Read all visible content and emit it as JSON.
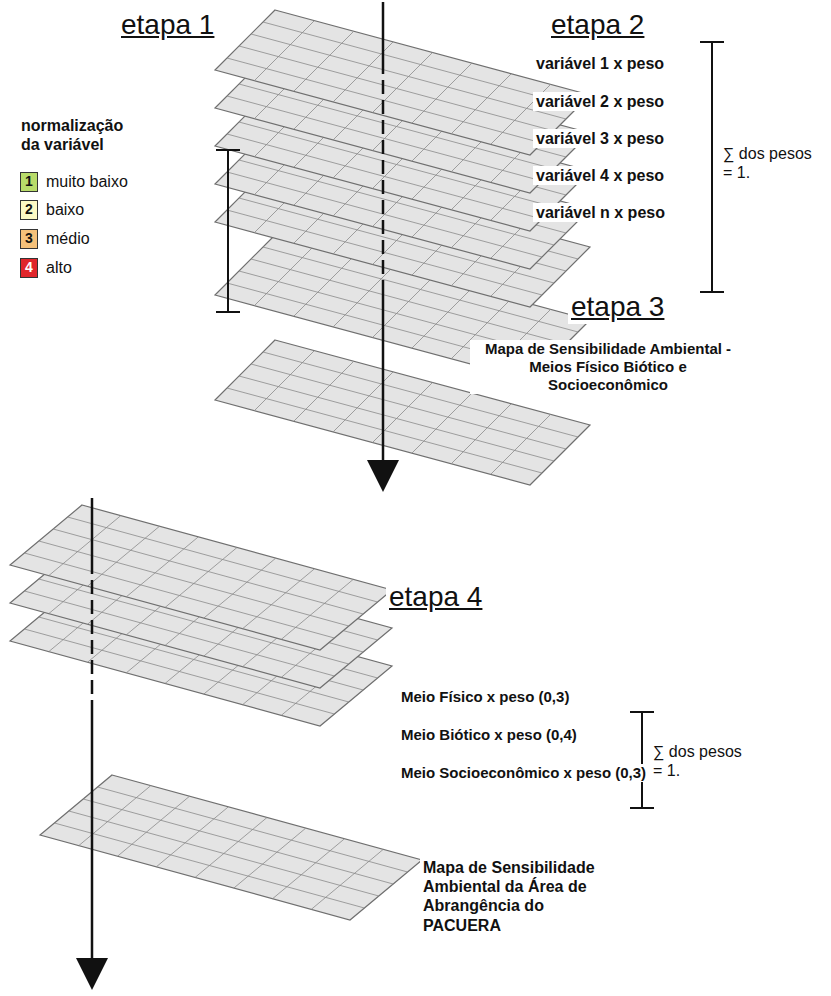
{
  "diagram": {
    "labels": [
      "etapa 1",
      "normalização da variável",
      "1",
      "2",
      "3",
      "4",
      "etapa 2",
      "variável 1 x peso",
      "variável 2 x peso",
      "variável 3 x peso",
      "variável 4 x peso",
      "variável n x peso",
      "∑ dos pesos = 1.",
      "etapa 3",
      "Mapa de Sensibilidade Ambiental - Meios Físico Biótico e Socioeconômico",
      "etapa 4",
      "Meio Físico x peso (0,3)",
      "Meio Biótico x peso (0,4)",
      "Meio Socioeconômico x peso (0,3)",
      "∑ dos pesos = 1.",
      "Mapa de Sensibilidade Ambiental da Área de Abrangência do PACUERA"
    ],
    "legend": [
      {
        "text": "muito baixo",
        "color": "#b9dc6a"
      },
      {
        "text": "baixo",
        "color": "#fdf9c4"
      },
      {
        "text": "médio",
        "color": "#f6c17a"
      },
      {
        "text": "alto",
        "color": "#e0262b"
      }
    ]
  }
}
